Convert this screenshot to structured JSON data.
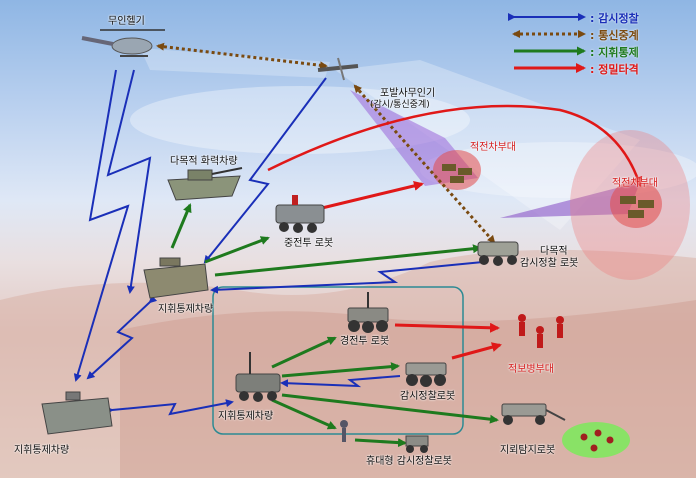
{
  "legend": {
    "surveillance": {
      "label": ": 감시정찰",
      "color": "#1a2fb8"
    },
    "relay": {
      "label": ": 통신중계",
      "color": "#7a4a10"
    },
    "command": {
      "label": ": 지휘통제",
      "color": "#1e7a1e"
    },
    "strike": {
      "label": ": 정밀타격",
      "color": "#e01818"
    }
  },
  "labels": {
    "uav_heli": "무인헬기",
    "canister_uav": "포발사무인기",
    "canister_uav_sub": "(감시/통신중계)",
    "multi_fire": "다목적 화력차량",
    "medium_robot": "중전투 로봇",
    "multi_recon_1": "다목적",
    "multi_recon_2": "감시정찰 로봇",
    "cmd_vehicle_mid": "지휘통제차량",
    "cmd_vehicle_left": "지휘통제차량",
    "cmd_vehicle_center": "지휘통제차량",
    "light_robot": "경전투 로봇",
    "recon_robot": "감시정찰로봇",
    "portable_recon": "휴대형 감시정찰로봇",
    "mine_robot": "지뢰탐지로봇",
    "enemy_armor_1": "적전차부대",
    "enemy_armor_2": "적전차부대",
    "enemy_infantry": "적보병부대"
  }
}
